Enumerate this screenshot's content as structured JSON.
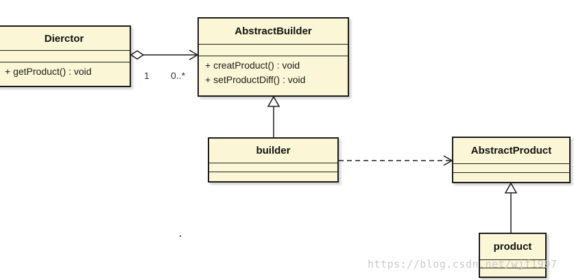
{
  "classes": {
    "director": {
      "name": "Dierctor",
      "operations": [
        "+ getProduct() : void"
      ]
    },
    "abstract_builder": {
      "name": "AbstractBuilder",
      "operations": [
        "+ creatProduct() : void",
        "+ setProductDiff() : void"
      ]
    },
    "builder": {
      "name": "builder",
      "operations": []
    },
    "abstract_product": {
      "name": "AbstractProduct",
      "operations": []
    },
    "product": {
      "name": "product",
      "operations": []
    }
  },
  "associations": {
    "director_to_abstract_builder": {
      "source_multiplicity": "1",
      "target_multiplicity": "0..*"
    }
  },
  "watermark": "https://blog.csdn.net/wjf1997",
  "colors": {
    "class_fill": "#fbf7d6",
    "line": "#1a1a1a"
  }
}
